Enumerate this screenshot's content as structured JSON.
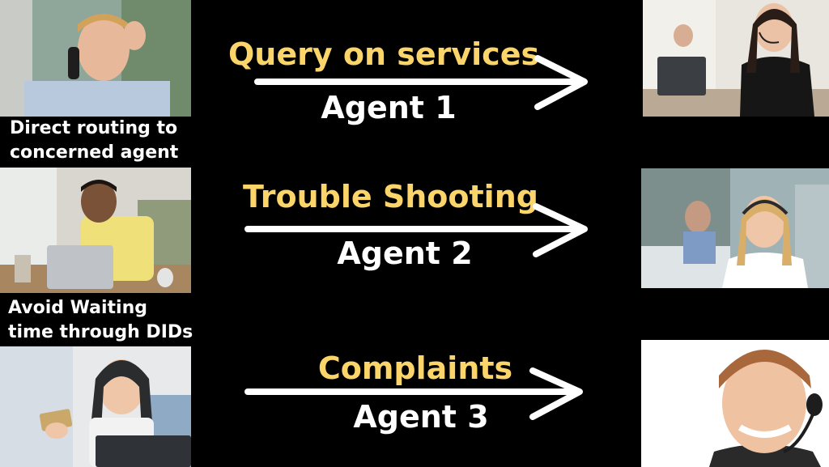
{
  "callers": [
    {
      "id": "caller-1",
      "caption_lines": [
        "Direct routing to",
        "concerned agent"
      ]
    },
    {
      "id": "caller-2",
      "caption_lines": [
        "Avoid Waiting",
        "time through DIDs"
      ]
    },
    {
      "id": "caller-3"
    }
  ],
  "flows": [
    {
      "title": "Query on  services",
      "agent": "Agent 1"
    },
    {
      "title": "Trouble Shooting",
      "agent": "Agent 2"
    },
    {
      "title": "Complaints",
      "agent": "Agent 3"
    }
  ],
  "colors": {
    "background": "#000000",
    "title_text": "#fcd56a",
    "agent_text": "#ffffff",
    "arrow": "#ffffff"
  }
}
